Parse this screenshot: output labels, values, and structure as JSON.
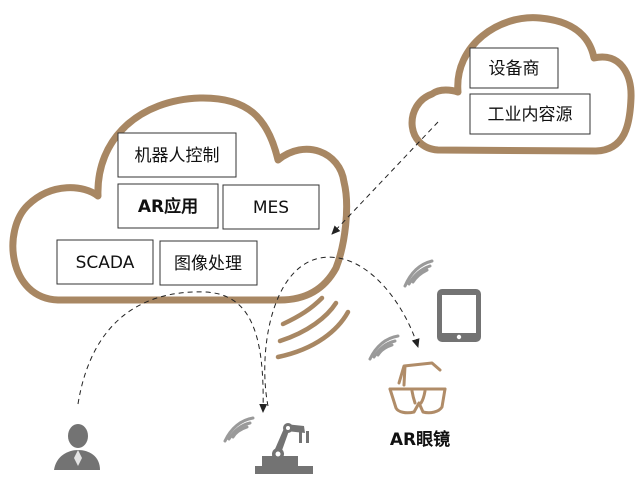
{
  "colors": {
    "cloud_stroke": "#a88763",
    "icon_gray": "#737373",
    "signal_gray": "#9a9a9a",
    "signal_bronze": "#a88763",
    "glasses_bronze": "#b08c68"
  },
  "large_cloud": {
    "items": {
      "robot_control": "机器人控制",
      "ar_app": "AR应用",
      "mes": "MES",
      "scada": "SCADA",
      "image_processing": "图像处理"
    }
  },
  "small_cloud": {
    "items": {
      "vendor": "设备商",
      "industrial_content": "工业内容源"
    }
  },
  "devices": {
    "glasses_label": "AR眼镜",
    "icons": [
      "person-icon",
      "robot-arm-icon",
      "tablet-icon",
      "ar-glasses-icon",
      "wifi-signal-icon"
    ]
  }
}
